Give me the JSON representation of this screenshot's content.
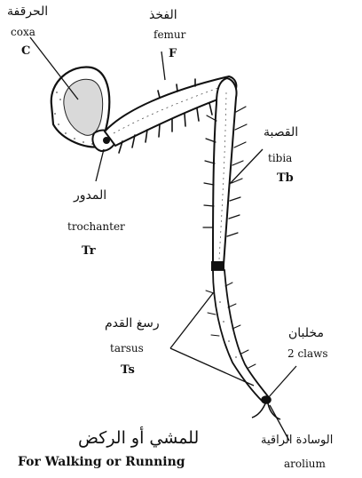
{
  "labels": {
    "coxa": {
      "arabic": "الحرقفة",
      "english": "coxa",
      "abbr": "C"
    },
    "femur": {
      "arabic": "الفخذ",
      "english": "femur",
      "abbr": "F"
    },
    "tibia": {
      "arabic": "القصبة",
      "english": "tibia",
      "abbr": "Tb"
    },
    "trochanter": {
      "arabic": "المدور",
      "english": "trochanter",
      "abbr": "Tr"
    },
    "tarsus": {
      "arabic": "رسغ القدم",
      "english": "tarsus",
      "abbr": "Ts"
    },
    "claws": {
      "arabic": "مخلبان",
      "english": "2 claws"
    },
    "arolium": {
      "arabic": "الوسادة الراقية",
      "english": "arolium"
    }
  },
  "caption": {
    "arabic": "للمشي أو الركض",
    "english": "For Walking or Running"
  }
}
